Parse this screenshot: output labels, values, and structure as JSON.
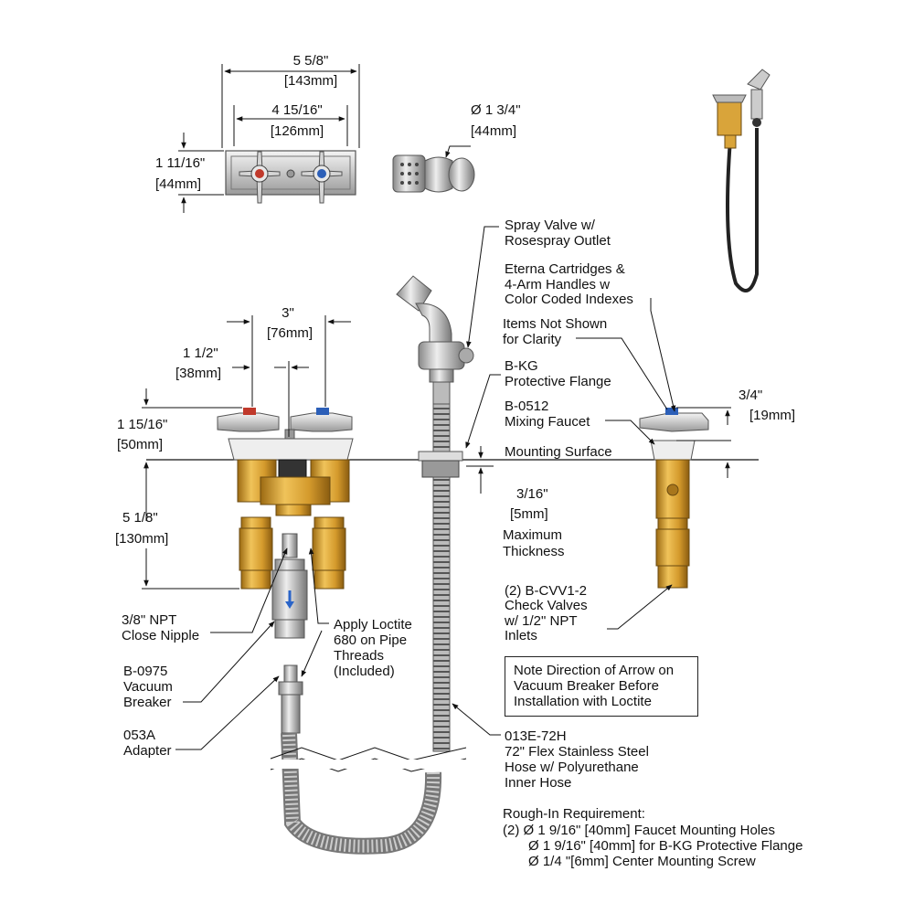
{
  "top_view": {
    "dim_overall": "5 5/8\"",
    "dim_overall_mm": "[143mm]",
    "dim_centers": "4 15/16\"",
    "dim_centers_mm": "[126mm]",
    "dim_height": "1 11/16\"",
    "dim_height_mm": "[44mm]",
    "dim_spray_dia": "Ø 1 3/4\"",
    "dim_spray_dia_mm": "[44mm]"
  },
  "front_view": {
    "dim_spacing": "3\"",
    "dim_spacing_mm": "[76mm]",
    "dim_half": "1 1/2\"",
    "dim_half_mm": "[38mm]",
    "dim_handle": "1 15/16\"",
    "dim_handle_mm": "[50mm]",
    "dim_body": "5 1/8\"",
    "dim_body_mm": "[130mm]",
    "dim_side_handle": "3/4\"",
    "dim_side_handle_mm": "[19mm]",
    "dim_thickness": "3/16\"",
    "dim_thickness_mm": "[5mm]",
    "max_thickness": [
      "Maximum",
      "Thickness"
    ],
    "mounting_surface": "Mounting Surface"
  },
  "callouts": {
    "spray_valve": [
      "Spray Valve w/",
      "Rosespray Outlet"
    ],
    "cartridges": [
      "Eterna Cartridges &",
      "4-Arm Handles w",
      "Color Coded Indexes"
    ],
    "not_shown": [
      "Items Not Shown",
      "for Clarity"
    ],
    "flange": [
      "B-KG",
      "Protective Flange"
    ],
    "mixing": [
      "B-0512",
      "Mixing Faucet"
    ],
    "check_valves": [
      "(2) B-CVV1-2",
      "Check Valves",
      "w/ 1/2\" NPT",
      "Inlets"
    ],
    "close_nipple": [
      "3/8\" NPT",
      "Close Nipple"
    ],
    "loctite": [
      "Apply Loctite",
      "680 on Pipe",
      "Threads",
      "(Included)"
    ],
    "vacuum_breaker": [
      "B-0975",
      "Vacuum",
      "Breaker"
    ],
    "adapter": [
      "053A",
      "Adapter"
    ],
    "hose": [
      "013E-72H",
      "72\" Flex Stainless Steel",
      "Hose w/ Polyurethane",
      "Inner Hose"
    ]
  },
  "note_box": [
    "Note Direction of Arrow on",
    "Vacuum Breaker Before",
    "Installation with Loctite"
  ],
  "rough_in": {
    "title": "Rough-In Requirement:",
    "lines": [
      "(2)  Ø 1 9/16\" [40mm] Faucet Mounting Holes",
      "Ø 1 9/16\" [40mm] for B-KG Protective Flange",
      "Ø 1/4 \"[6mm] Center Mounting Screw"
    ]
  },
  "colors": {
    "brass": "#d9a43a",
    "brass_dark": "#a8761c",
    "chrome": "#c9c9c9",
    "hot_index": "#c0392b",
    "cold_index": "#2c5fb8",
    "arrow_blue": "#2a64c8"
  }
}
